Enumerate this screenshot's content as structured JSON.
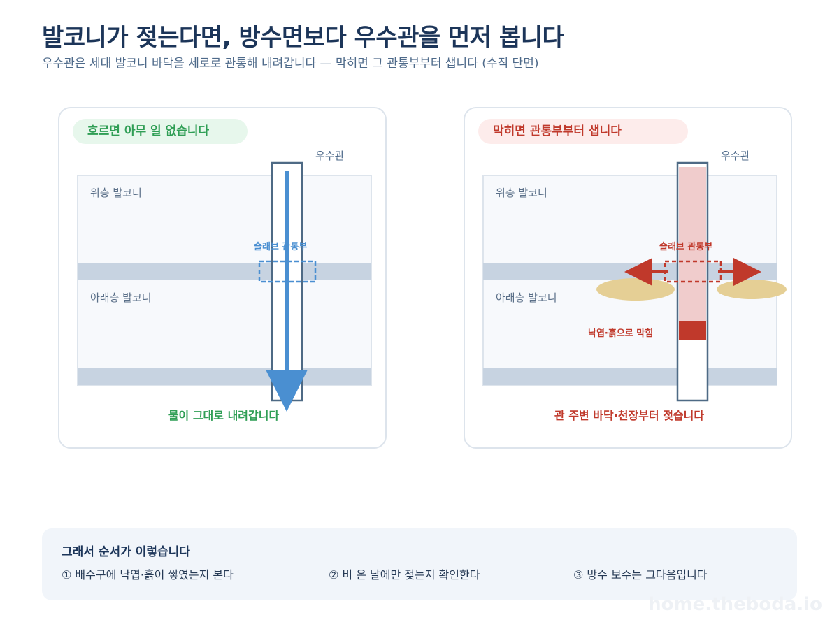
{
  "title": "발코니가 젖는다면, 방수면보다 우수관을 먼저 봅니다",
  "subtitle": "우수관은 세대 발코니 바닥을 세로로 관통해 내려갑니다 — 막히면 그 관통부부터 샙니다 (수직 단면)",
  "colors": {
    "flow_green": "#2f9e55",
    "leak_red": "#c0392b",
    "water_blue": "#4a8fd1",
    "pipe_outline": "#4e6a85",
    "slab": "#c7d3e1",
    "stain": "#e5cf95"
  },
  "panels": [
    {
      "badge": "흐르면 아무 일 없습니다",
      "pipe_label": "우수관",
      "upper_floor": "위층 발코니",
      "sleeve_label": "슬래브 관통부",
      "lower_floor": "아래층 발코니",
      "caption": "물이 그대로 내려갑니다"
    },
    {
      "badge": "막히면 관통부부터 샙니다",
      "pipe_label": "우수관",
      "upper_floor": "위층 발코니",
      "sleeve_label": "슬래브 관통부",
      "lower_floor": "아래층 발코니",
      "blockage_label": "낙엽·흙으로 막힘",
      "caption": "관 주변 바닥·천장부터 젖습니다"
    }
  ],
  "summary": {
    "title": "그래서 순서가 이렇습니다",
    "steps": [
      "① 배수구에 낙엽·흙이 쌓였는지 본다",
      "② 비 온 날에만 젖는지 확인한다",
      "③ 방수 보수는 그다음입니다"
    ]
  },
  "watermark": "home.theboda.io"
}
